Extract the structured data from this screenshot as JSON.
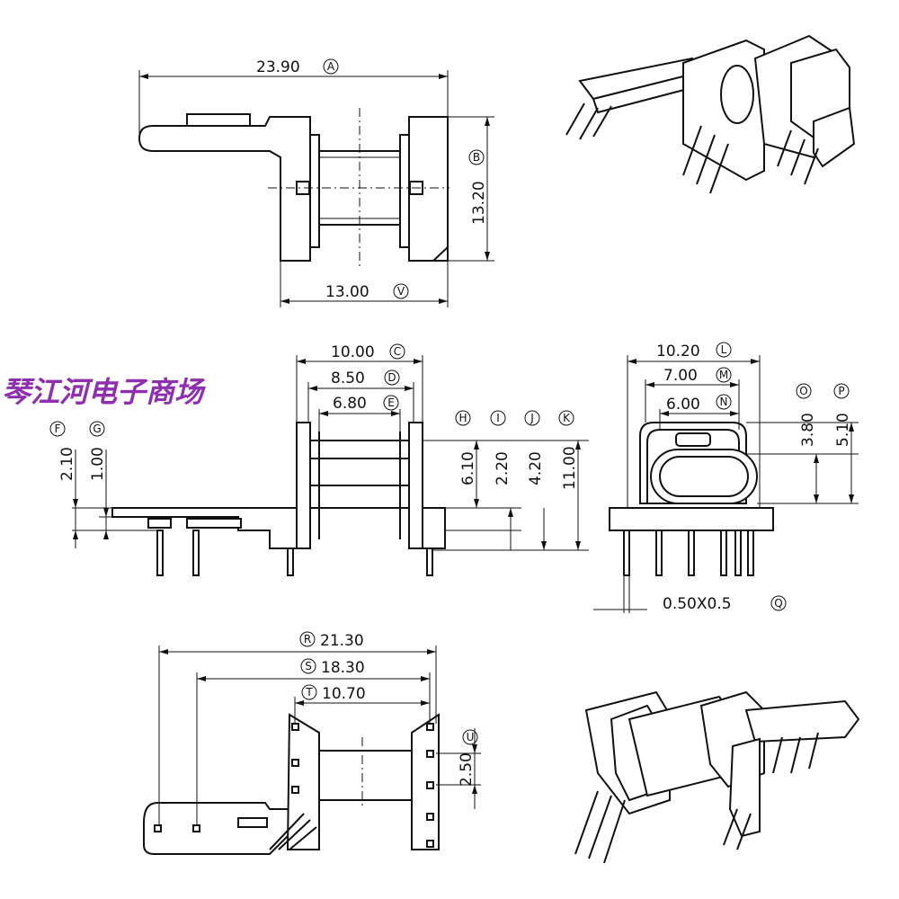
{
  "watermark": {
    "text": "琴江河电子商场",
    "color": "#8d2fae"
  },
  "top_view": {
    "overall_width": {
      "value": "23.90",
      "tag": "A"
    },
    "height": {
      "value": "13.20",
      "tag": "B"
    },
    "base_width": {
      "value": "13.00",
      "tag": "V"
    }
  },
  "front_view": {
    "width_c": {
      "value": "10.00",
      "tag": "C"
    },
    "width_d": {
      "value": "8.50",
      "tag": "D"
    },
    "width_e": {
      "value": "6.80",
      "tag": "E"
    },
    "dim_f": {
      "value": "2.10",
      "tag": "F"
    },
    "dim_g": {
      "value": "1.00",
      "tag": "G"
    },
    "dim_h": {
      "value": "6.10",
      "tag": "H"
    },
    "dim_i": {
      "value": "2.20",
      "tag": "I"
    },
    "dim_j": {
      "value": "4.20",
      "tag": "J"
    },
    "dim_k": {
      "value": "11.00",
      "tag": "K"
    }
  },
  "side_view": {
    "width_l": {
      "value": "10.20",
      "tag": "L"
    },
    "width_m": {
      "value": "7.00",
      "tag": "M"
    },
    "width_n": {
      "value": "6.00",
      "tag": "N"
    },
    "dim_o": {
      "value": "3.80",
      "tag": "O"
    },
    "dim_p": {
      "value": "5.10",
      "tag": "P"
    },
    "pin_size": {
      "value": "0.50X0.5",
      "tag": "Q"
    }
  },
  "bottom_view": {
    "width_r": {
      "value": "21.30",
      "tag": "R"
    },
    "width_s": {
      "value": "18.30",
      "tag": "S"
    },
    "width_t": {
      "value": "10.70",
      "tag": "T"
    },
    "pitch_u": {
      "value": "2.50",
      "tag": "U"
    }
  }
}
